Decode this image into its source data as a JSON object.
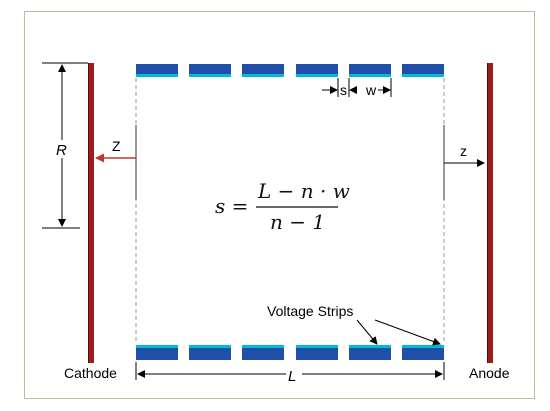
{
  "labels": {
    "cathode": "Cathode",
    "anode": "Anode",
    "radius": "R",
    "length": "L",
    "z_left": "Z",
    "z_right": "z",
    "spacing": "s",
    "width": "w",
    "voltage_strips": "Voltage Strips"
  },
  "equation": {
    "lhs": "s =",
    "numerator": "L − n · w",
    "denominator": "n − 1"
  },
  "colors": {
    "electrode": "#a01c1c",
    "strip": "#1f4fa8",
    "strip_highlight": "#00bcd4",
    "arrow_red": "#c0392b",
    "frame": "#c8b89a"
  }
}
